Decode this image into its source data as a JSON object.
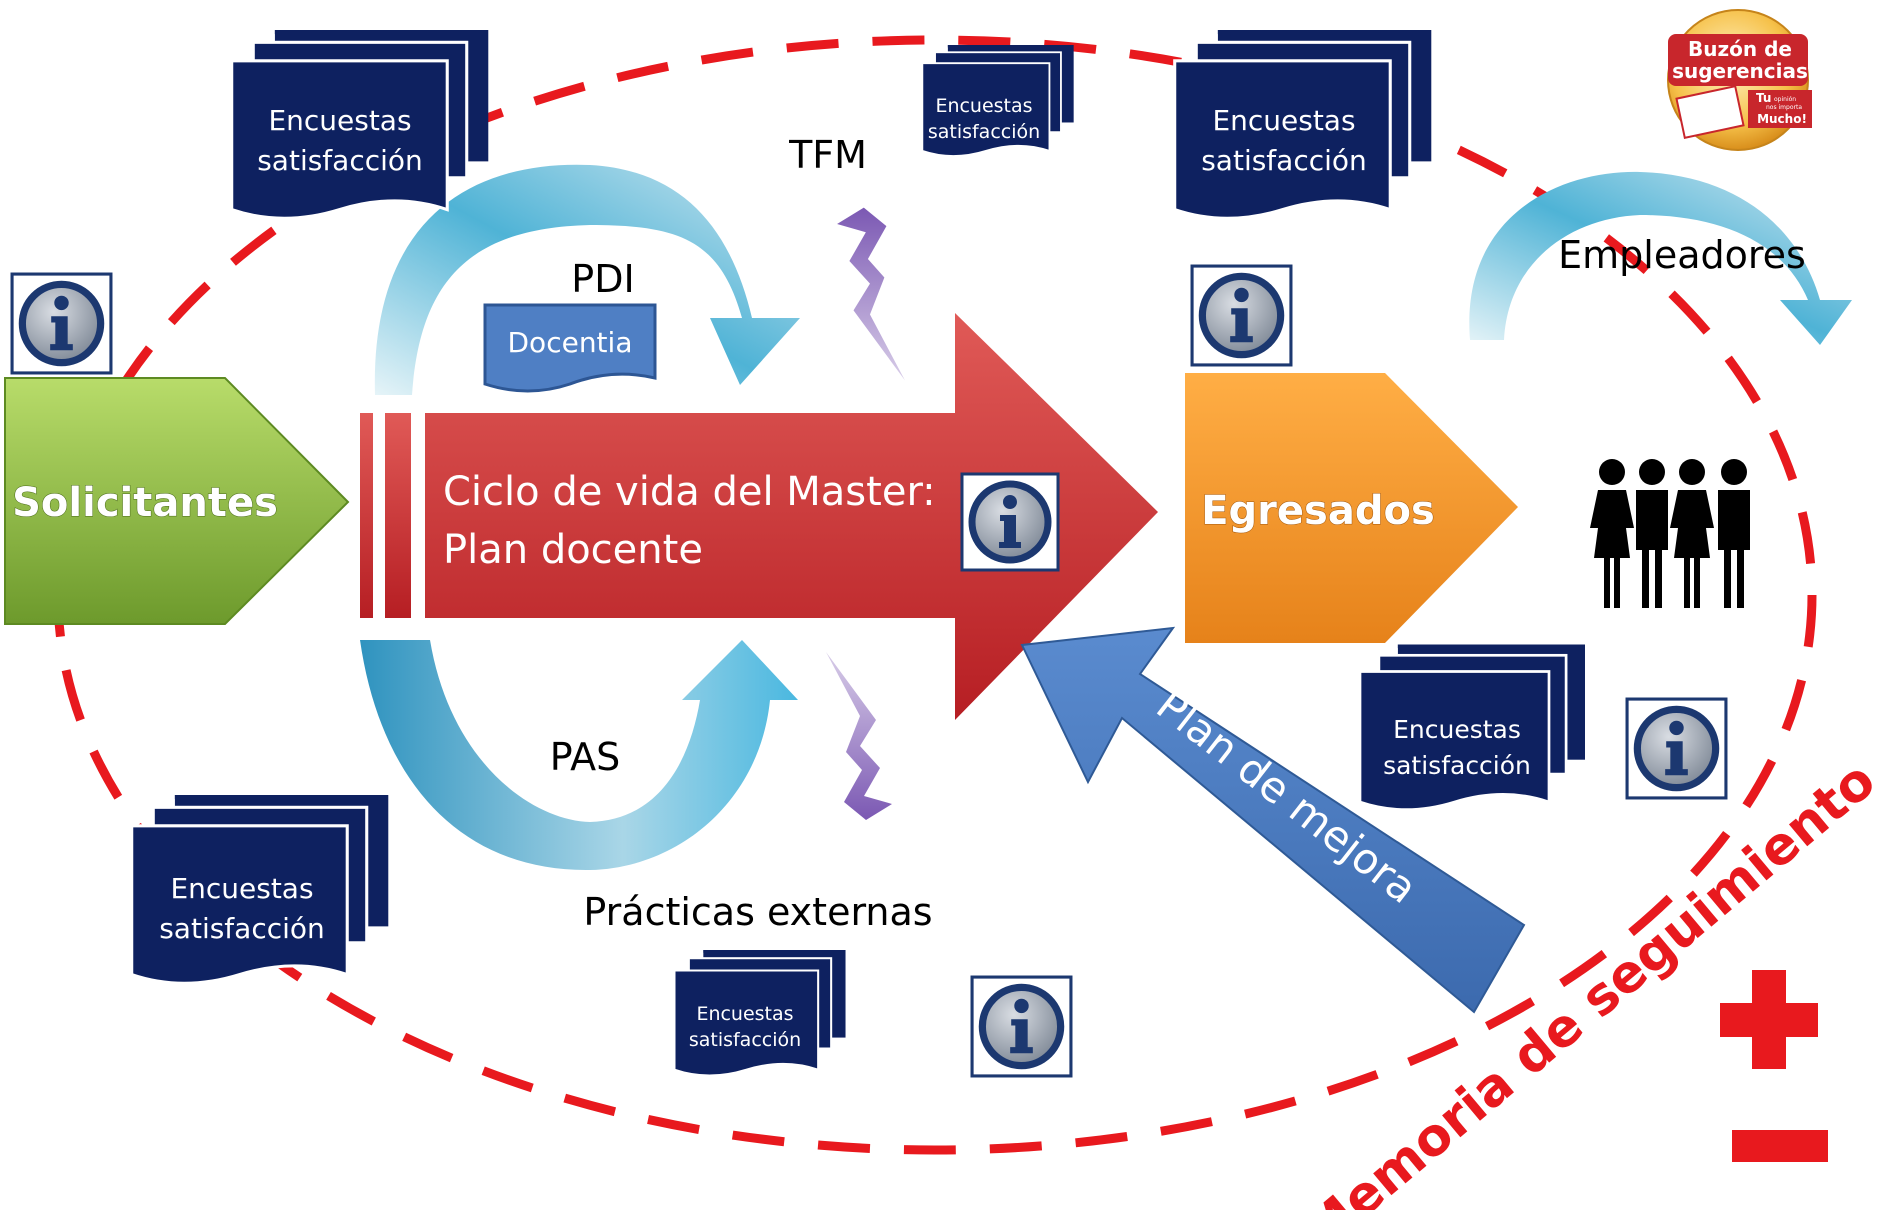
{
  "stages": {
    "solicitantes": "Solicitantes",
    "egresados": "Egresados",
    "main_line1": "Ciclo de vida del Master:",
    "main_line2": "Plan docente"
  },
  "labels": {
    "pdi": "PDI",
    "docentia": "Docentia",
    "tfm": "TFM",
    "pas": "PAS",
    "practicas": "Prácticas externas",
    "empleadores": "Empleadores",
    "plan_mejora": "Plan de mejora",
    "memoria": "Memoria de seguimiento"
  },
  "survey": {
    "line1": "Encuestas",
    "line2": "satisfacción"
  },
  "buzon": {
    "line1": "Buzón de",
    "line2": "sugerencias",
    "tu": "Tu",
    "opinion1": "opinión",
    "opinion2": "nos importa",
    "mucho": "Mucho!"
  },
  "icons": [
    "info-icon",
    "people-icon",
    "lightning-icon",
    "plus-icon",
    "minus-icon",
    "mailbox-icon"
  ],
  "colors": {
    "navy": "#0e2160",
    "green": "#8cbf3f",
    "red_arrow": "#c8262c",
    "orange": "#f39a26",
    "blue_arrow": "#4a7cc0",
    "cyan": "#3ea9cf",
    "dashed_red": "#e8191e",
    "purple": "#6a4b9c"
  }
}
